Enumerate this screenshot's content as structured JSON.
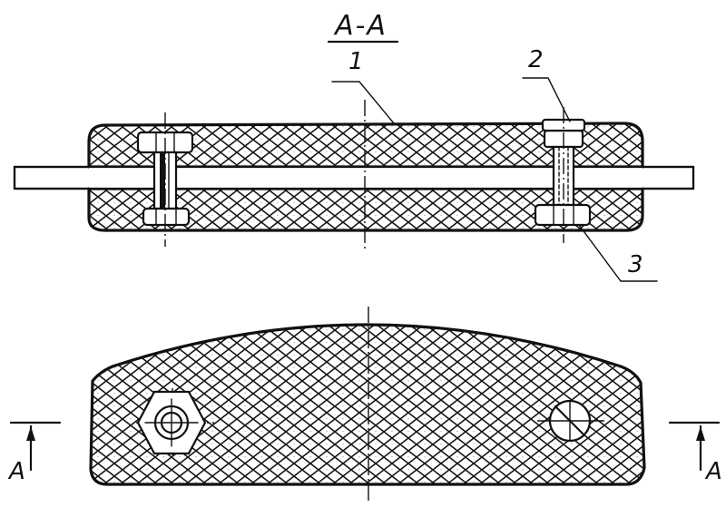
{
  "section_title": "A-A",
  "labels": {
    "item_1": "1",
    "item_2": "2",
    "item_3": "3",
    "section_left": "A",
    "section_right": "A"
  }
}
